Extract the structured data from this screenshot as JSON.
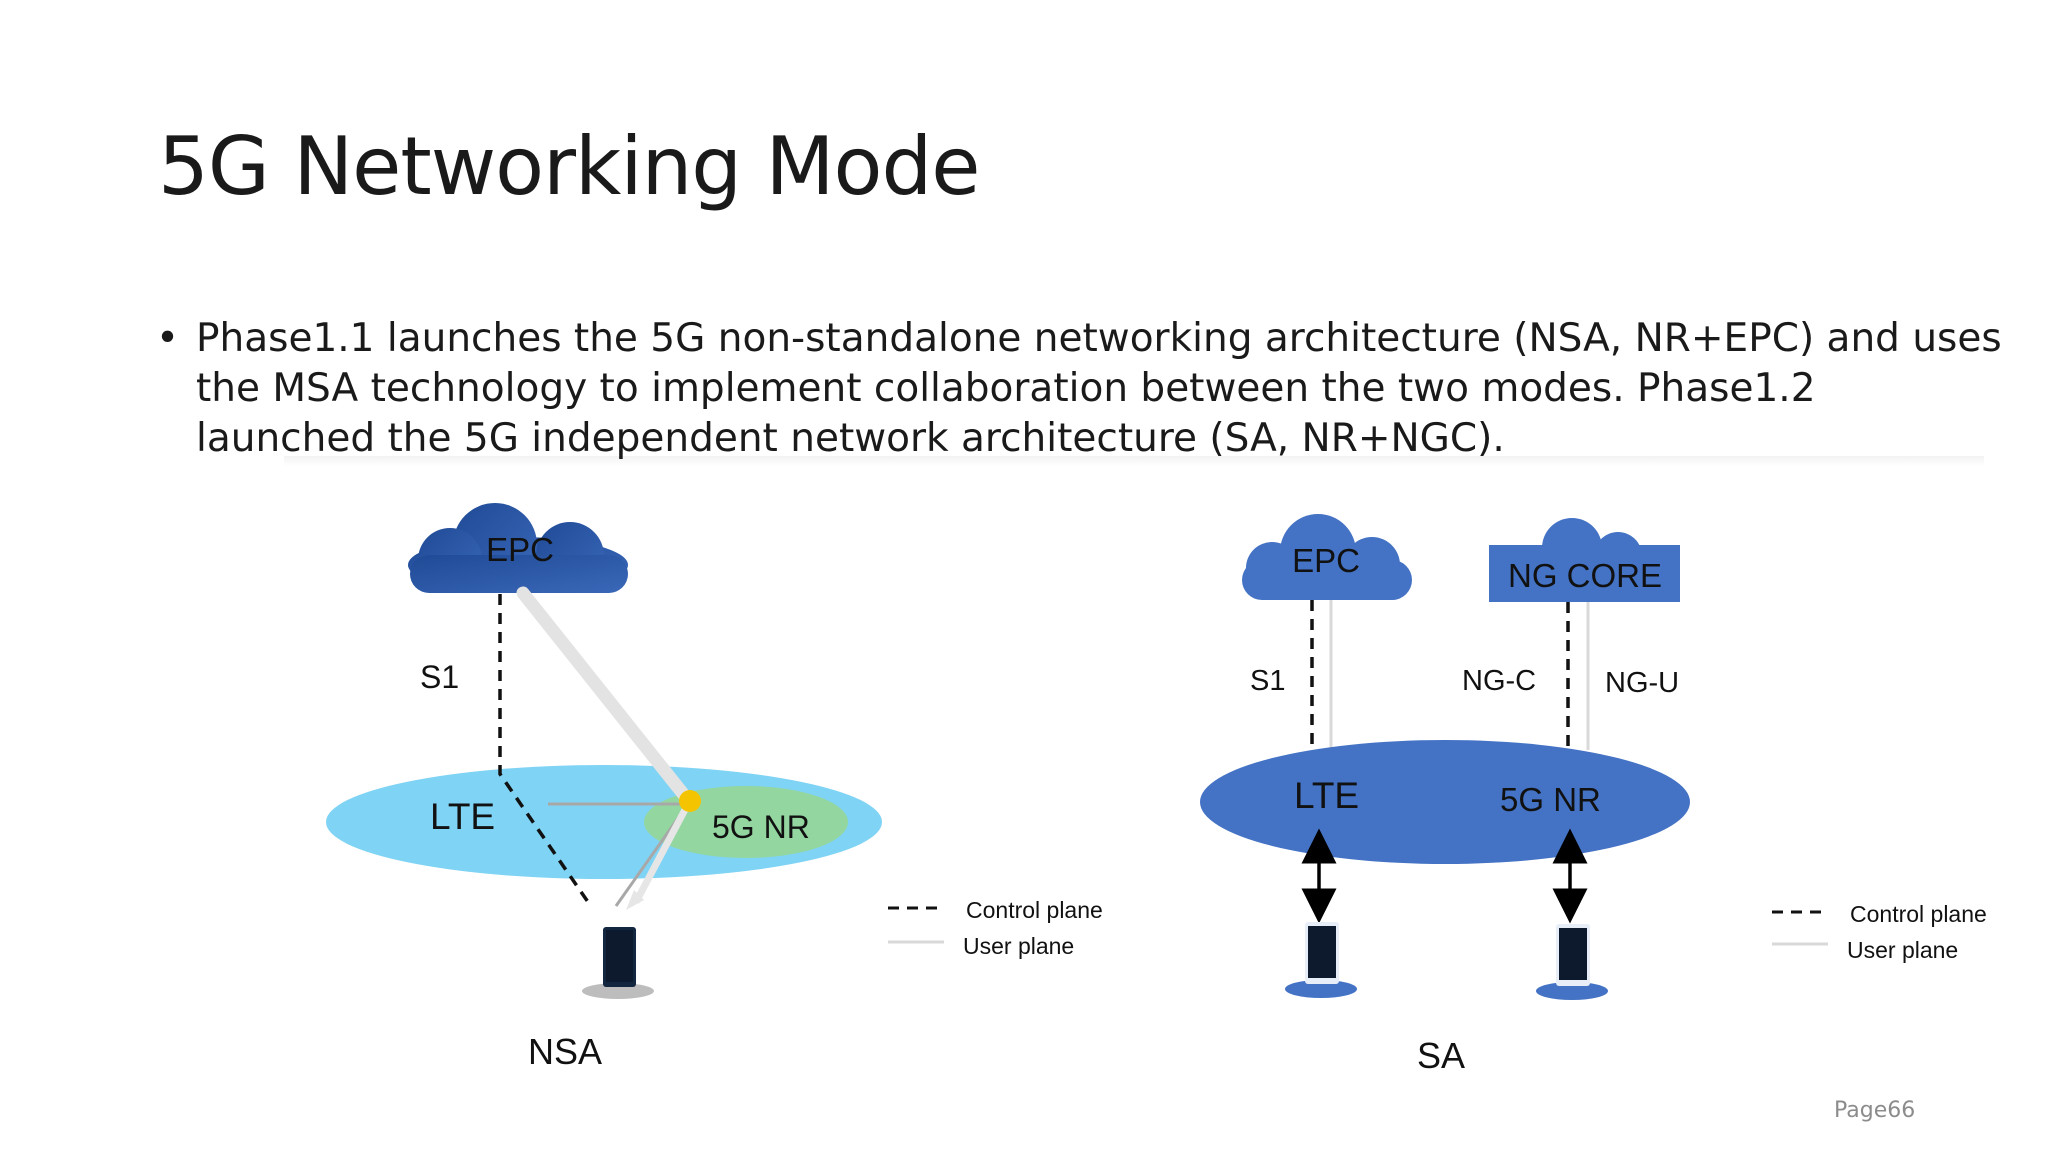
{
  "slide": {
    "title": "5G Networking Mode",
    "bullet": {
      "lines": [
        "Phase1.1 launches the 5G non-standalone networking architecture (NSA, NR+EPC) and uses",
        "the MSA technology to implement collaboration between the two modes. Phase1.2",
        "launched the 5G independent network architecture (SA, NR+NGC)."
      ]
    },
    "page_number": "Page66"
  },
  "nsa": {
    "caption": "NSA",
    "core_label": "EPC",
    "interface_label": "S1",
    "lte_label": "LTE",
    "nr_label": "5G NR",
    "legend": {
      "control": "Control plane",
      "user": "User plane"
    },
    "colors": {
      "epc": "#2e5ca8",
      "lte": "#7fd3f4",
      "nr": "#93d6a0",
      "anchor": "#f5c400"
    }
  },
  "sa": {
    "caption": "SA",
    "epc_label": "EPC",
    "ngcore_label": "NG CORE",
    "s1_label": "S1",
    "ngc_label": "NG-C",
    "ngu_label": "NG-U",
    "lte_label": "LTE",
    "nr_label": "5G NR",
    "legend": {
      "control": "Control plane",
      "user": "User plane"
    },
    "colors": {
      "blue": "#4472c4"
    }
  }
}
